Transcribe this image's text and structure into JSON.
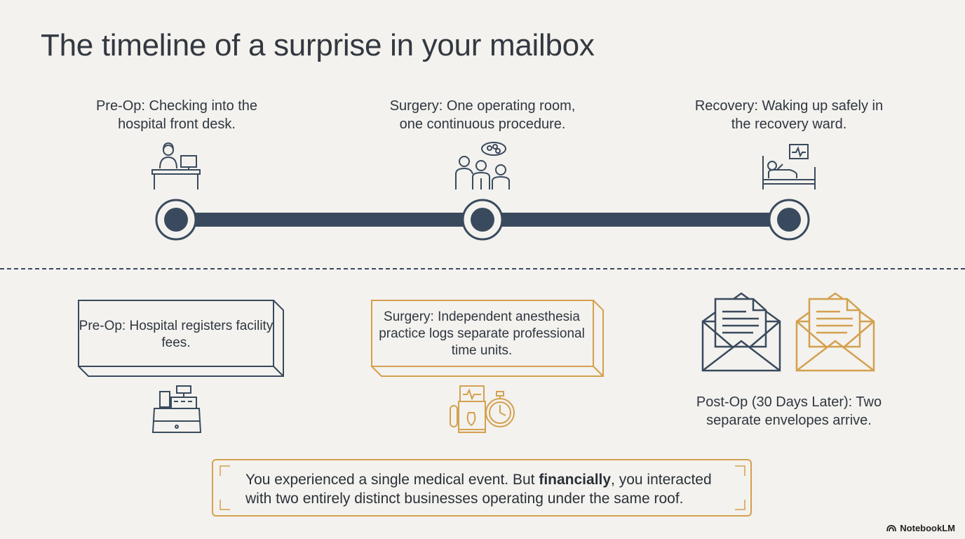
{
  "title": "The timeline of a surprise in your mailbox",
  "timeline": {
    "preop": "Pre-Op: Checking into the hospital front desk.",
    "surgery": "Surgery: One operating room, one continuous procedure.",
    "recovery": "Recovery: Waking up safely in the recovery ward."
  },
  "billing": {
    "hospital": "Pre-Op: Hospital registers facility fees.",
    "anesthesia": "Surgery: Independent anesthesia practice logs separate professional time units.",
    "postop": "Post-Op (30 Days Later): Two separate envelopes arrive."
  },
  "summary": {
    "part1": "You experienced a single medical event. But ",
    "emphasis": "financially",
    "part2": ", you interacted with two entirely distinct businesses operating under the same roof."
  },
  "brand": "NotebookLM",
  "colors": {
    "navy": "#3a4a5e",
    "gold": "#d4a04f",
    "background": "#f3f2ee"
  }
}
